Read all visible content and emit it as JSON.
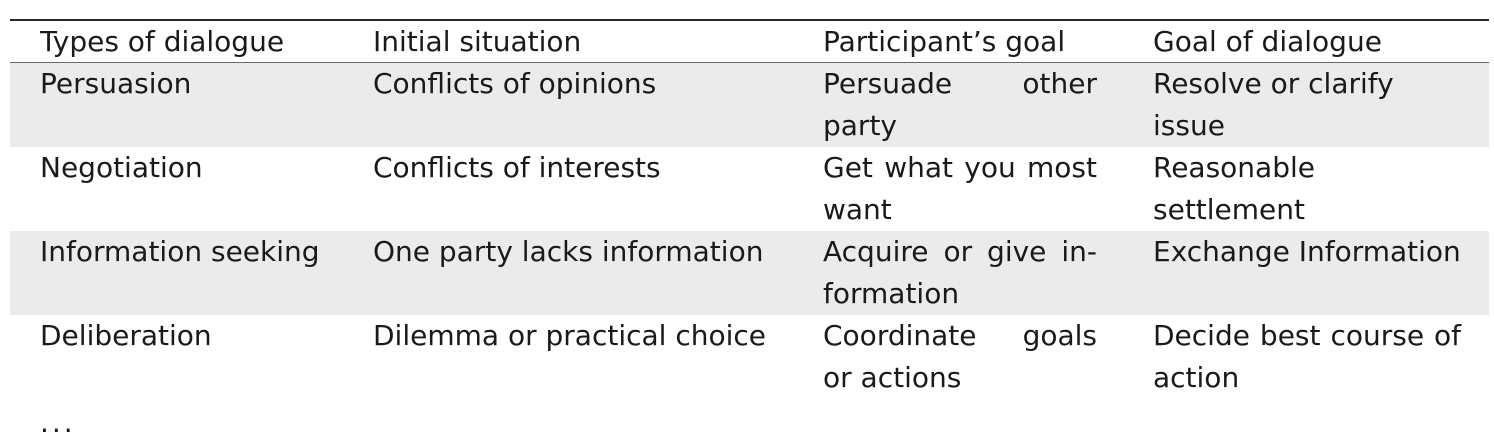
{
  "table": {
    "headers": [
      "Types of dialogue",
      "Initial situation",
      "Participant’s goal",
      "Goal of dialogue"
    ],
    "rows": [
      [
        "Persuasion",
        "Conflicts of opinions",
        "Persuade other party",
        "Resolve or clarify issue"
      ],
      [
        "Negotiation",
        "Conflicts of interests",
        "Get what you most want",
        "Reasonable settlement"
      ],
      [
        "Information seeking",
        "One party lacks information",
        "Acquire or give in-formation",
        "Exchange Information"
      ],
      [
        "Deliberation",
        "Dilemma or practical choice",
        "Coordinate goals or actions",
        "Decide best course of action"
      ]
    ],
    "continuation": "..."
  }
}
